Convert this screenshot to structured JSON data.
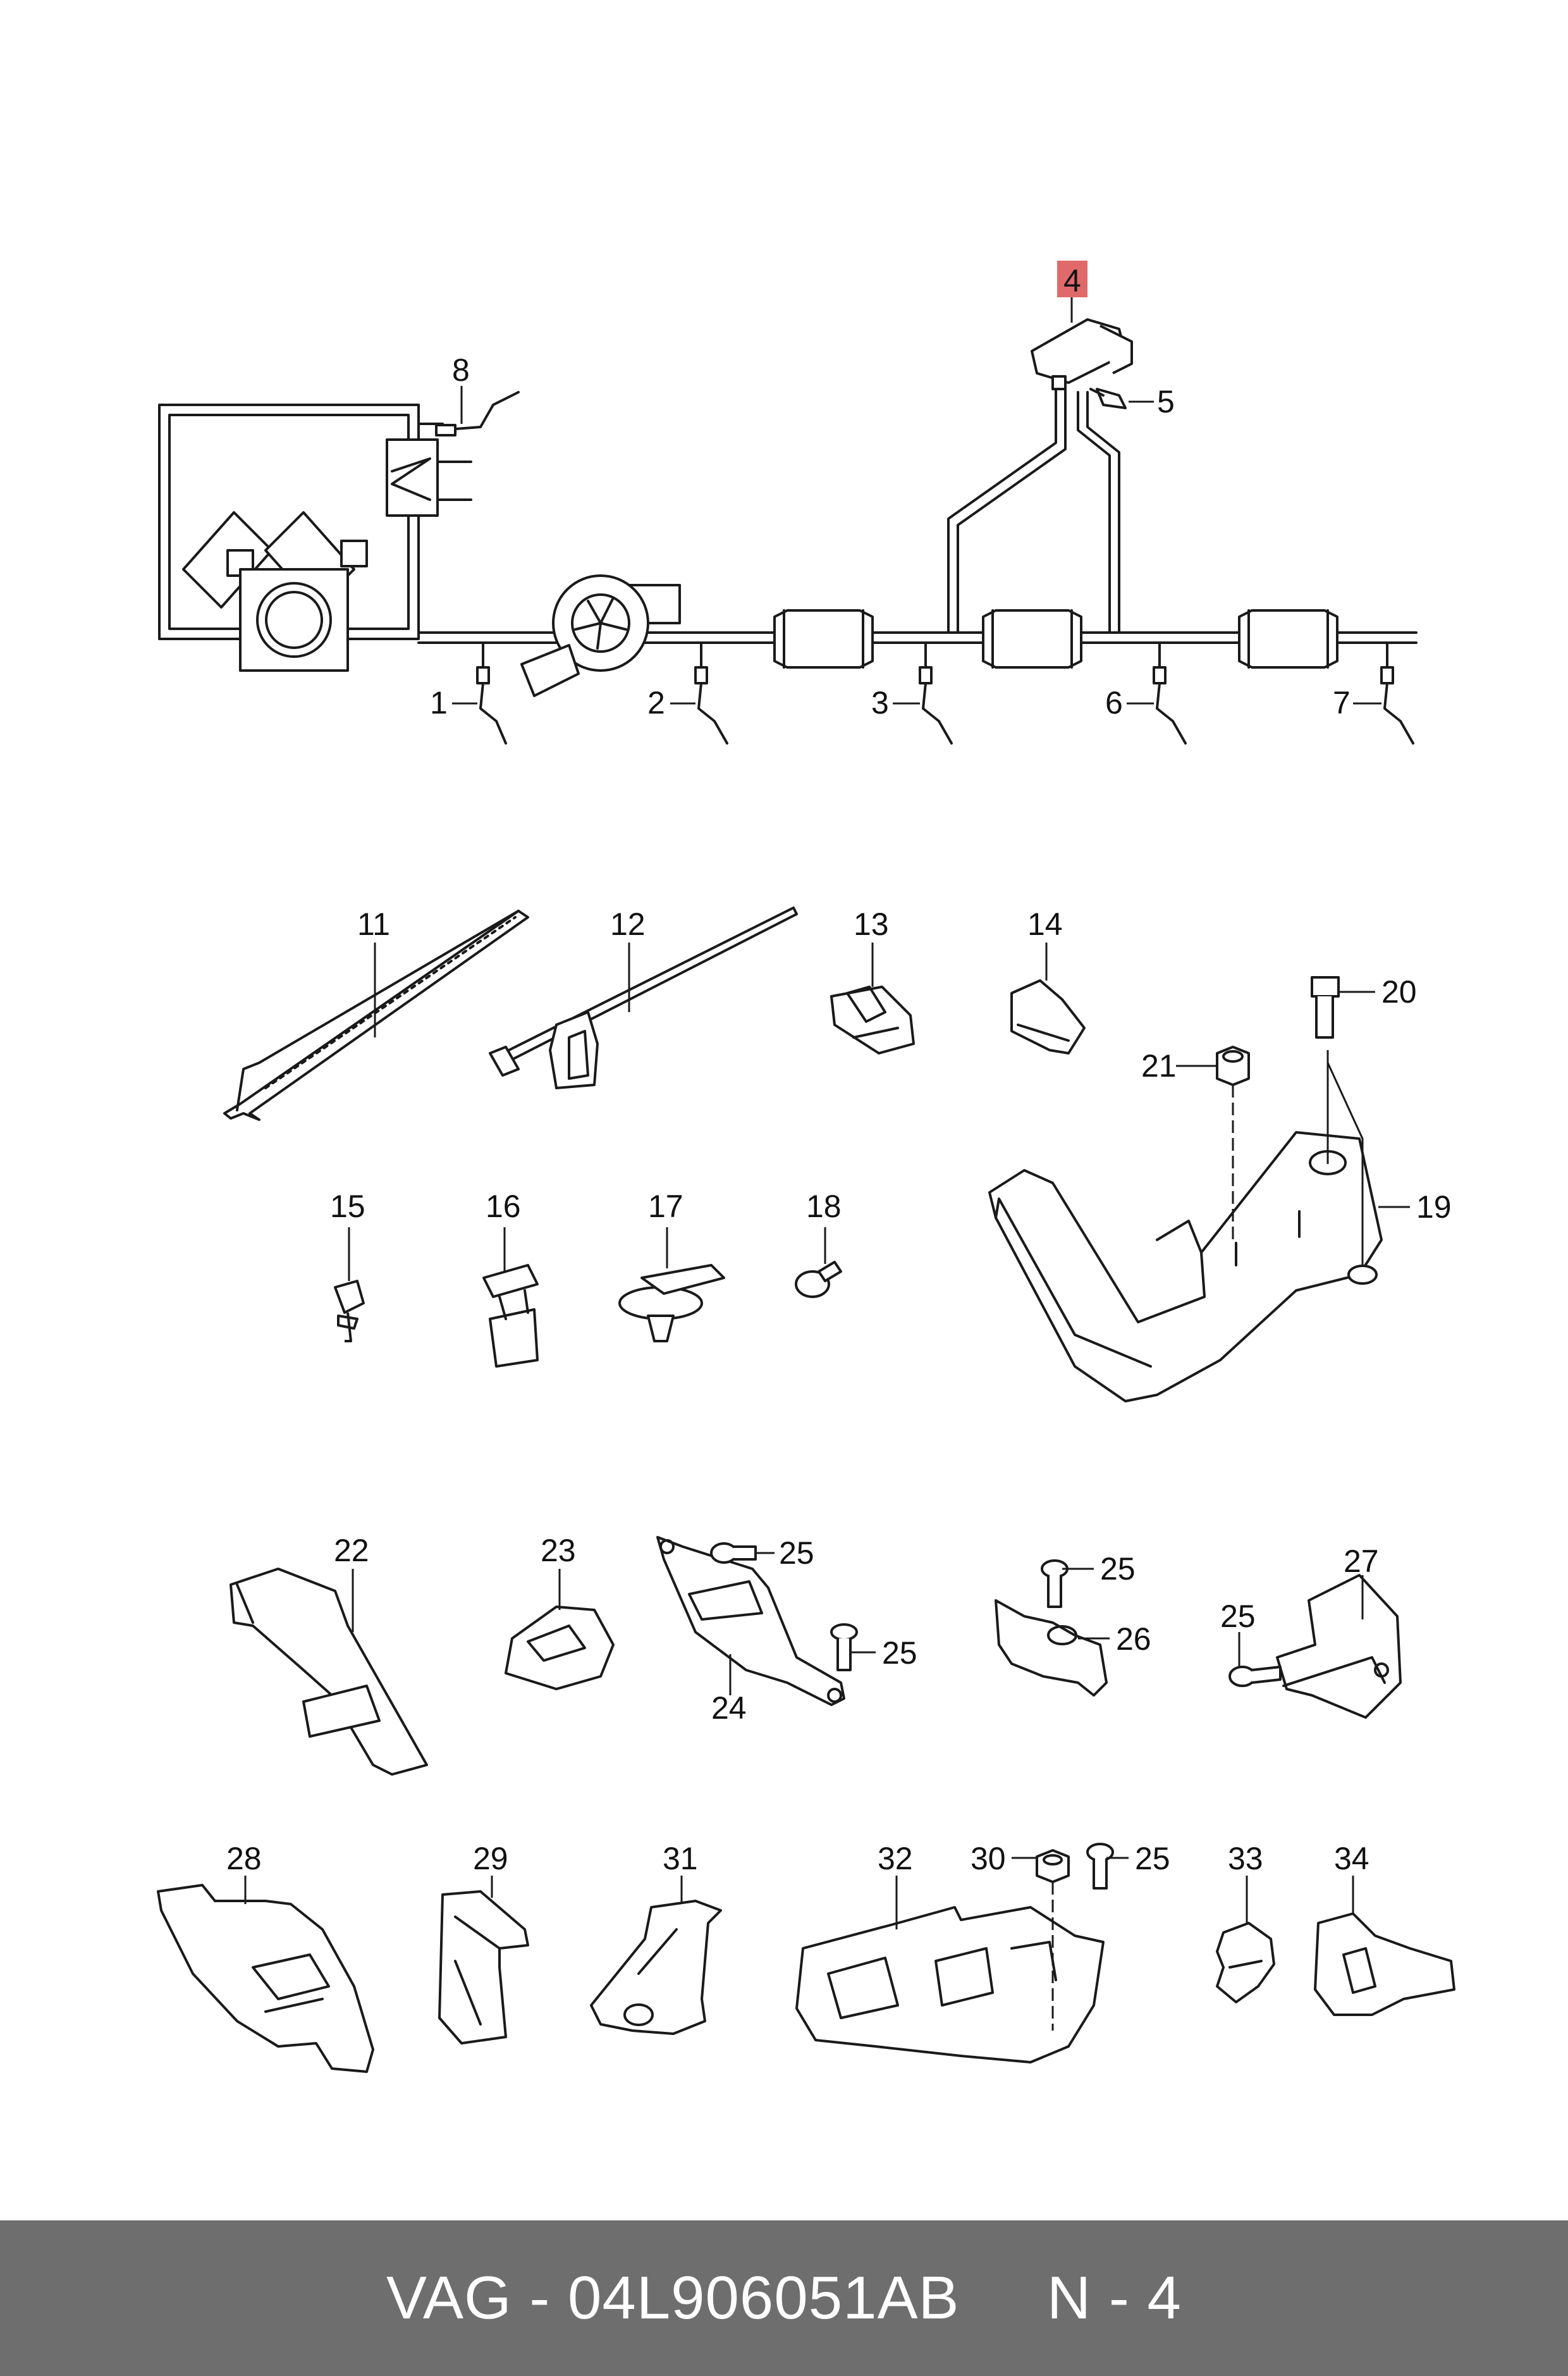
{
  "colors": {
    "highlight": "#e06a6a",
    "footer_bg": "#6e6e6e",
    "line": "#1a1a1a"
  },
  "callouts": {
    "c1": "1",
    "c2": "2",
    "c3": "3",
    "c4": "4",
    "c5": "5",
    "c6": "6",
    "c7": "7",
    "c8": "8",
    "c11": "11",
    "c12": "12",
    "c13": "13",
    "c14": "14",
    "c15": "15",
    "c16": "16",
    "c17": "17",
    "c18": "18",
    "c19": "19",
    "c20": "20",
    "c21": "21",
    "c22": "22",
    "c23": "23",
    "c24": "24",
    "c25": "25",
    "c26": "26",
    "c27": "27",
    "c28": "28",
    "c29": "29",
    "c30": "30",
    "c31": "31",
    "c32": "32",
    "c33": "33",
    "c34": "34"
  },
  "footer": {
    "text": "VAG - 04L906051AB     N - 4"
  }
}
